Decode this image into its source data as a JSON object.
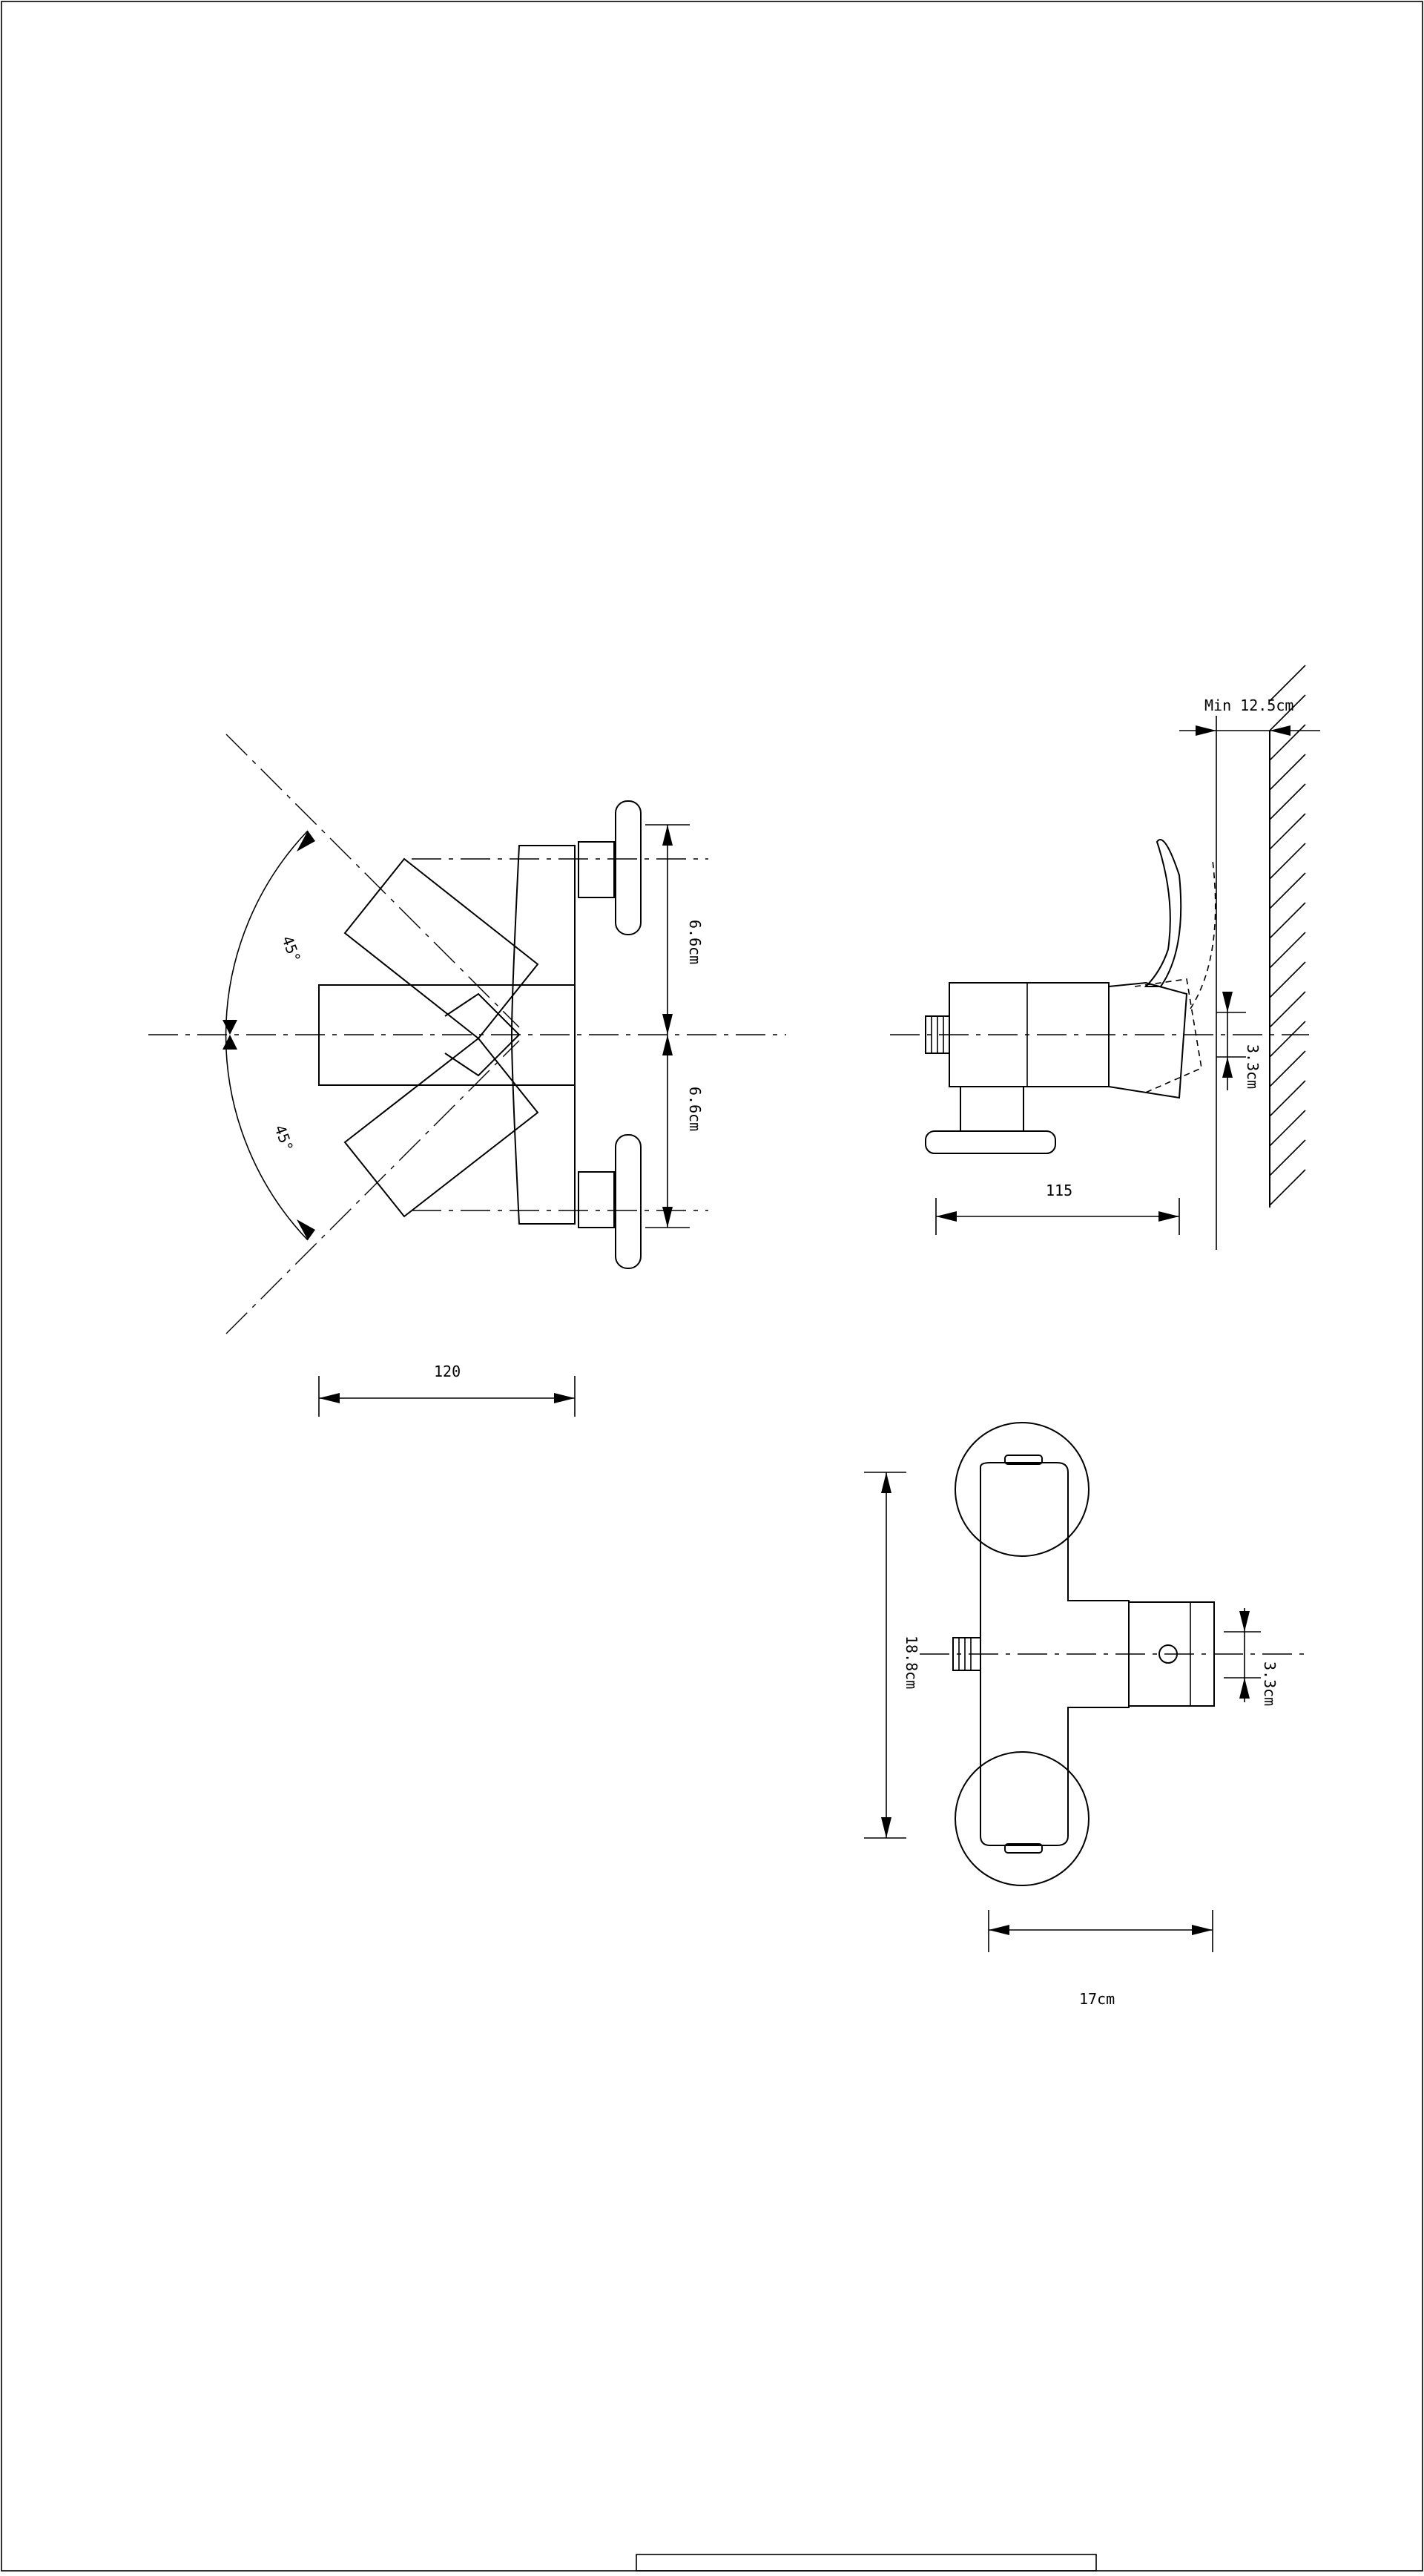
{
  "drawing": {
    "views": {
      "front": {
        "angle_upper": "45°",
        "angle_lower": "45°",
        "dim_upper": "6.6cm",
        "dim_lower": "6.6cm",
        "dim_width": "120"
      },
      "side": {
        "dim_min_clearance": "Min 12.5cm",
        "dim_offset": "3.3cm",
        "dim_length": "115"
      },
      "top": {
        "dim_height": "18.8cm",
        "dim_offset": "3.3cm",
        "dim_width": "17cm"
      }
    }
  }
}
